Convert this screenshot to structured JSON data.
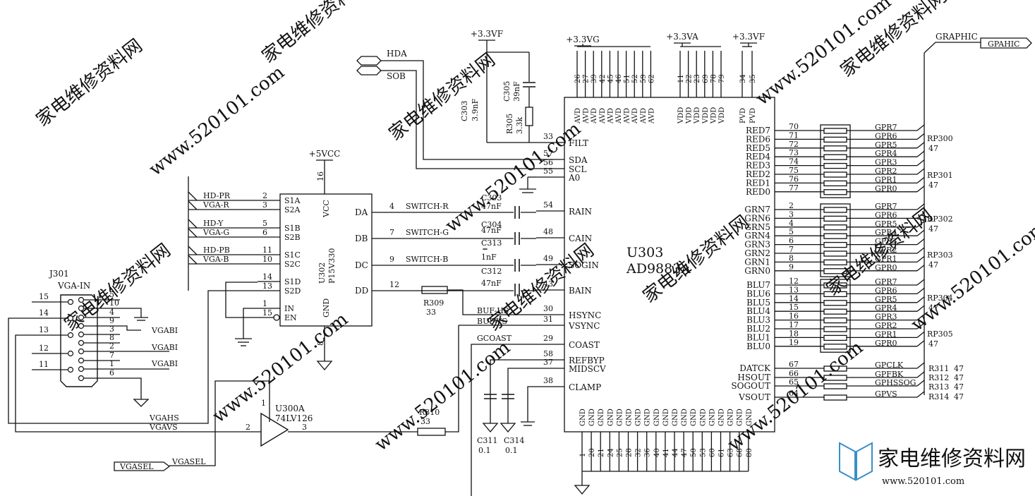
{
  "watermark": {
    "cn": "家电维修资料网",
    "url": "www.520101.com"
  },
  "logo": {
    "cn": "家电维修资料网",
    "url": "www.520101.com"
  },
  "colors": {
    "ink": "#111111",
    "watermark": "#dcdcdc",
    "logo": "#3a8fc8"
  },
  "rails": {
    "vcc_5v": "+5VCC",
    "vf_c": "+3.3VF",
    "vg": "+3.3VG",
    "va": "+3.3VA",
    "vf_r": "+3.3VF"
  },
  "connector_hd": {
    "hda": "HDA",
    "sob": "SOB"
  },
  "graphic": {
    "net": "GRAPHIC",
    "port": "GPAHIC"
  },
  "filter": {
    "c303_ref": "C303",
    "c303_val": "3.9nF",
    "c305_ref": "C305",
    "c305_val": "39nF",
    "r305_ref": "R305",
    "r305_val": "3.3k"
  },
  "u302": {
    "ref": "U302",
    "part": "P15V330",
    "vcc_label": "VCC",
    "vcc_pin": "16",
    "gnd_label": "GND",
    "gnd_pin": "8",
    "left_pins": [
      {
        "num": "2",
        "name": "S1A",
        "net": "HD-PR"
      },
      {
        "num": "3",
        "name": "S2A",
        "net": "VGA-R"
      },
      {
        "num": "5",
        "name": "S1B",
        "net": "HD-Y"
      },
      {
        "num": "6",
        "name": "S2B",
        "net": "VGA-G"
      },
      {
        "num": "11",
        "name": "S1C",
        "net": "HD-PB"
      },
      {
        "num": "10",
        "name": "S2C",
        "net": "VGA-B"
      },
      {
        "num": "14",
        "name": "S1D",
        "net": ""
      },
      {
        "num": "13",
        "name": "S2D",
        "net": ""
      },
      {
        "num": "1",
        "name": "IN",
        "net": ""
      },
      {
        "num": "15",
        "name": "EN",
        "net": ""
      }
    ],
    "right_pins": [
      {
        "num": "4",
        "name": "DA",
        "net": "SWITCH-R"
      },
      {
        "num": "7",
        "name": "DB",
        "net": "SWITCH-G"
      },
      {
        "num": "9",
        "name": "DC",
        "net": "SWITCH-B"
      },
      {
        "num": "12",
        "name": "DD",
        "net": ""
      }
    ]
  },
  "coupling": [
    {
      "ref": "C303",
      "val": "47nF"
    },
    {
      "ref": "C304",
      "val": "47nF"
    },
    {
      "ref": "C313",
      "val": "1nF"
    },
    {
      "ref": "C312",
      "val": "47nF"
    }
  ],
  "r309": {
    "ref": "R309",
    "val": "33"
  },
  "r310": {
    "ref": "R310",
    "val": "33"
  },
  "nets": {
    "buf_hs": "BUF-HS",
    "buf_vs": "BUF-VS",
    "gcoast": "GCOAST",
    "vgahs": "VGAHS",
    "vgavs": "VGAVS",
    "vgasel": "VGASEL",
    "vgabi": "VGABI"
  },
  "vgasel_port": "VGASEL",
  "j301": {
    "ref": "J301",
    "name": "VGA-IN",
    "left_pins": [
      "15",
      "14",
      "13",
      "12",
      "11"
    ],
    "right_pins": [
      "5",
      "10",
      "4",
      "9",
      "3",
      "8",
      "2",
      "7",
      "1",
      "6"
    ]
  },
  "u300": {
    "ref": "U300A",
    "part": "74LV126",
    "in_pin": "2",
    "out_pin": "3",
    "en_pin": "1"
  },
  "caps_bottom": [
    {
      "ref": "C311",
      "val": "0.1"
    },
    {
      "ref": "C314",
      "val": "0.1"
    }
  ],
  "u303": {
    "ref": "U303",
    "part": "AD9883A",
    "top_avd_pins": [
      "26",
      "27",
      "39",
      "42",
      "45",
      "46",
      "51",
      "52",
      "59",
      "62"
    ],
    "top_vdd_pins": [
      "11",
      "22",
      "23",
      "69",
      "78",
      "79"
    ],
    "top_pvd_pins": [
      "34",
      "35"
    ],
    "avd_label": "AVD",
    "vdd_label": "VDD",
    "pvd_label": "PVD",
    "gnd_label": "GND",
    "bottom_gnd_pins": [
      "1",
      "20",
      "21",
      "24",
      "25",
      "28",
      "32",
      "36",
      "40",
      "41",
      "44",
      "47",
      "50",
      "53",
      "60",
      "61",
      "63",
      "68",
      "80"
    ],
    "left_pins": [
      {
        "num": "33",
        "name": "FILT"
      },
      {
        "num": "57",
        "name": "SDA"
      },
      {
        "num": "56",
        "name": "SCL"
      },
      {
        "num": "55",
        "name": "A0"
      },
      {
        "num": "54",
        "name": "RAIN"
      },
      {
        "num": "48",
        "name": "CAIN"
      },
      {
        "num": "49",
        "name": "SOGIN"
      },
      {
        "num": "43",
        "name": "BAIN"
      },
      {
        "num": "30",
        "name": "HSYNC"
      },
      {
        "num": "31",
        "name": "VSYNC"
      },
      {
        "num": "29",
        "name": "COAST"
      },
      {
        "num": "58",
        "name": "REFBYP"
      },
      {
        "num": "37",
        "name": "MIDSCV"
      },
      {
        "num": "38",
        "name": "CLAMP"
      }
    ],
    "right_pins": [
      {
        "num": "70",
        "name": "RED7"
      },
      {
        "num": "71",
        "name": "RED6"
      },
      {
        "num": "72",
        "name": "RED5"
      },
      {
        "num": "73",
        "name": "RED4"
      },
      {
        "num": "74",
        "name": "RED3"
      },
      {
        "num": "75",
        "name": "RED2"
      },
      {
        "num": "76",
        "name": "RED1"
      },
      {
        "num": "77",
        "name": "RED0"
      },
      {
        "num": "2",
        "name": "GRN7"
      },
      {
        "num": "3",
        "name": "GRN6"
      },
      {
        "num": "4",
        "name": "GRN5"
      },
      {
        "num": "5",
        "name": "GRN4"
      },
      {
        "num": "6",
        "name": "GRN3"
      },
      {
        "num": "7",
        "name": "GRN2"
      },
      {
        "num": "8",
        "name": "GRN1"
      },
      {
        "num": "9",
        "name": "GRN0"
      },
      {
        "num": "12",
        "name": "BLU7"
      },
      {
        "num": "13",
        "name": "BLU6"
      },
      {
        "num": "14",
        "name": "BLU5"
      },
      {
        "num": "15",
        "name": "BLU4"
      },
      {
        "num": "16",
        "name": "BLU3"
      },
      {
        "num": "17",
        "name": "BLU2"
      },
      {
        "num": "18",
        "name": "BLU1"
      },
      {
        "num": "19",
        "name": "BLU0"
      },
      {
        "num": "67",
        "name": "DATCK"
      },
      {
        "num": "66",
        "name": "HSOUT"
      },
      {
        "num": "65",
        "name": "SOGOUT"
      },
      {
        "num": "64",
        "name": "VSOUT"
      }
    ]
  },
  "bus_nets": [
    "GPR7",
    "GPR6",
    "GPR5",
    "GPR4",
    "GPR3",
    "GPR2",
    "GPR1",
    "GPR0",
    "GPR7",
    "GPR6",
    "GPR5",
    "GPR4",
    "GPR3",
    "GPR2",
    "GPR1",
    "GPR0",
    "GPR7",
    "GPR6",
    "GPR5",
    "GPR4",
    "GPR3",
    "GPR2",
    "GPR1",
    "GPR0",
    "GPCLK",
    "GPFBK",
    "GPHSSOG",
    "GPVS"
  ],
  "rpacks": [
    {
      "ref": "RP300",
      "val": "47"
    },
    {
      "ref": "RP301",
      "val": "47"
    },
    {
      "ref": "RP302",
      "val": "47"
    },
    {
      "ref": "RP303",
      "val": "47"
    },
    {
      "ref": "RP304",
      "val": "47"
    },
    {
      "ref": "RP305",
      "val": "47"
    }
  ],
  "rsingles": [
    {
      "ref": "R311",
      "val": "47"
    },
    {
      "ref": "R312",
      "val": "47"
    },
    {
      "ref": "R313",
      "val": "47"
    },
    {
      "ref": "R314",
      "val": "47"
    }
  ]
}
